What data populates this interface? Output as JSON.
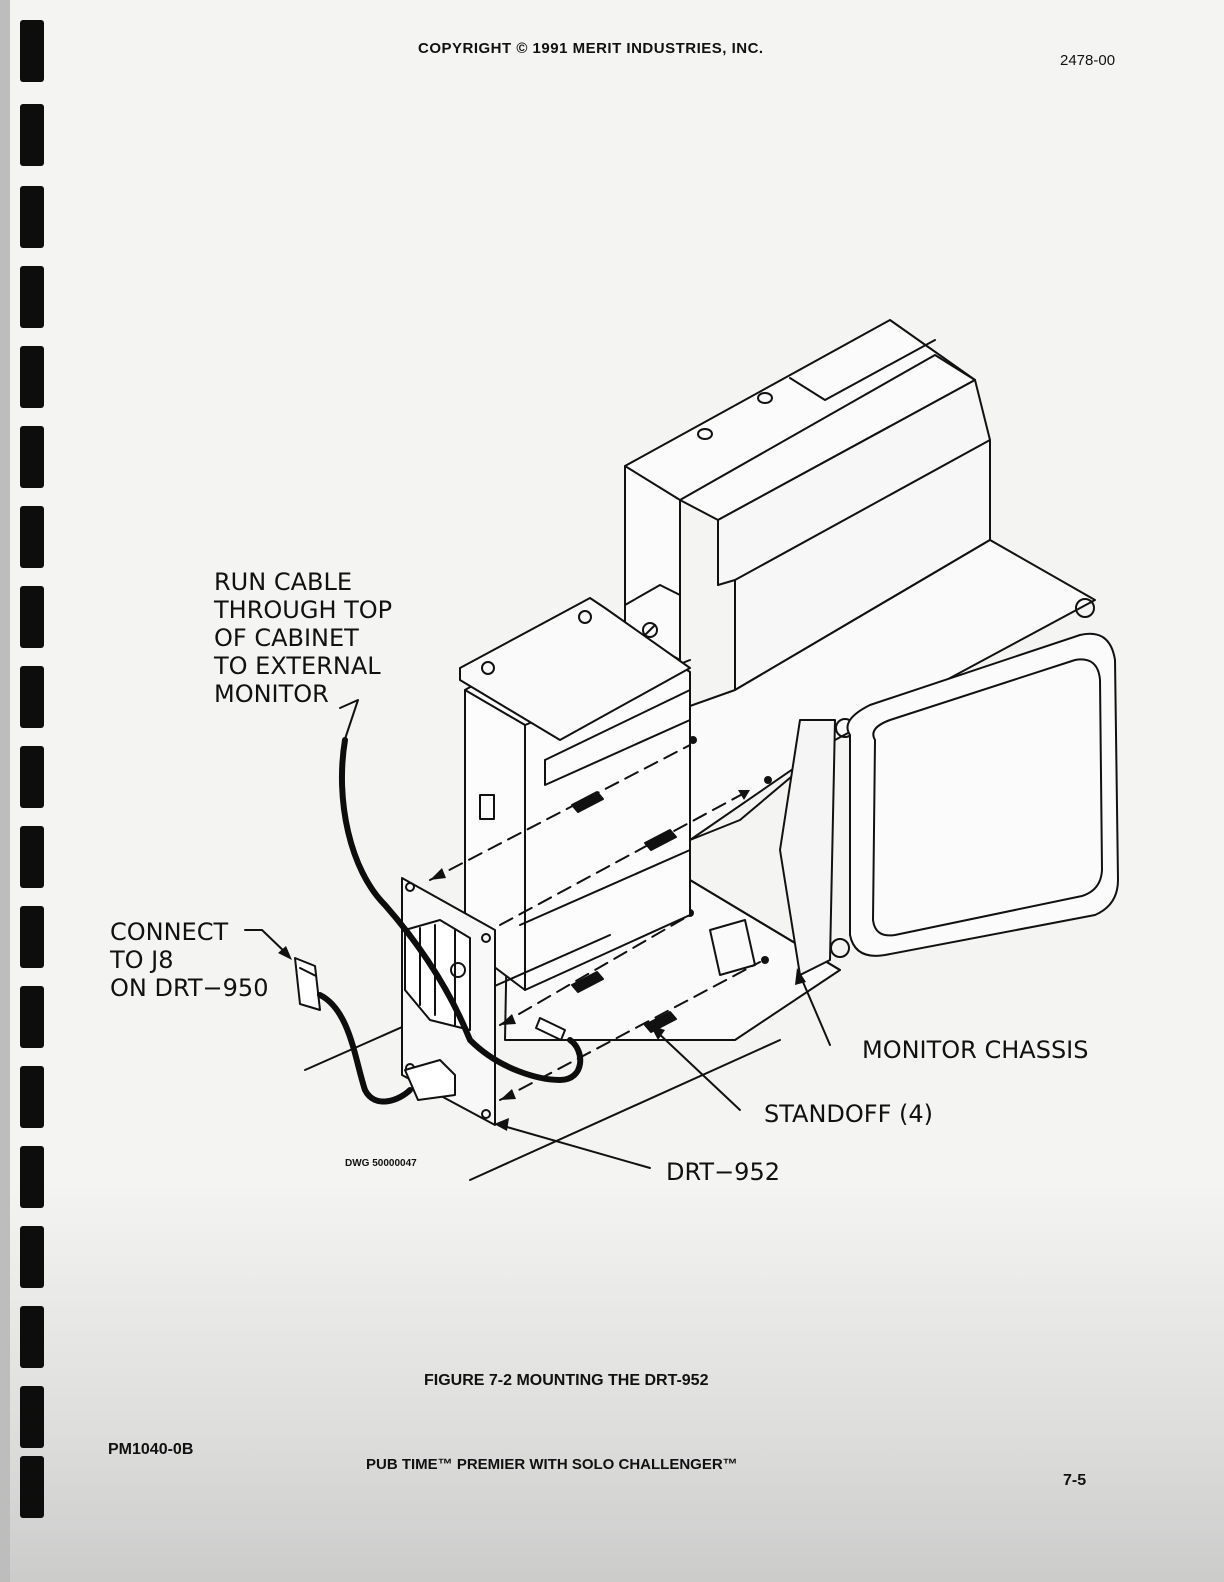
{
  "header": {
    "copyright": "COPYRIGHT © 1991 MERIT INDUSTRIES, INC.",
    "doc_number": "2478-00"
  },
  "figure": {
    "labels": {
      "run_cable": [
        "RUN CABLE",
        "THROUGH TOP",
        "OF CABINET",
        "TO EXTERNAL",
        "MONITOR"
      ],
      "connect": [
        "CONNECT",
        "TO J8",
        "ON DRT−950"
      ],
      "monitor_chassis": "MONITOR CHASSIS",
      "standoff": "STANDOFF (4)",
      "drt952": "DRT−952"
    },
    "dwg_number": "DWG 50000047",
    "caption": "FIGURE 7-2  MOUNTING THE DRT-952"
  },
  "footer": {
    "part_number": "PM1040-0B",
    "title": "PUB TIME™ PREMIER WITH SOLO CHALLENGER™",
    "page": "7-5"
  }
}
